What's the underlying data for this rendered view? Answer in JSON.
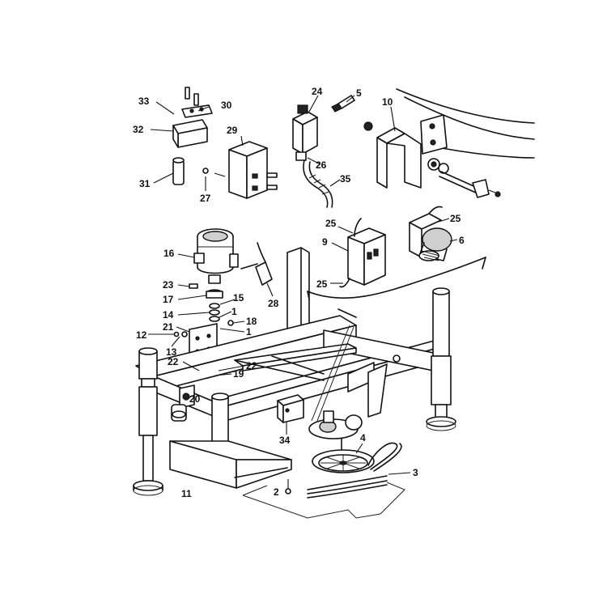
{
  "callouts": {
    "c33": "33",
    "c30": "30",
    "c32": "32",
    "c31": "31",
    "c29": "29",
    "c27": "27",
    "c24": "24",
    "c5": "5",
    "c26": "26",
    "c35": "35",
    "c10": "10",
    "c25a": "25",
    "c9": "9",
    "c25b": "25",
    "c25c": "25",
    "c6": "6",
    "c16": "16",
    "c23": "23",
    "c17": "17",
    "c15": "15",
    "c14": "14",
    "c1a": "1",
    "c18": "18",
    "c1b": "1",
    "c12": "12",
    "c21": "21",
    "c13": "13",
    "c22a": "22",
    "c19": "19",
    "c22b": "22",
    "c28": "28",
    "c20": "20",
    "c34": "34",
    "c4": "4",
    "c3": "3",
    "c2": "2",
    "c11": "11"
  }
}
